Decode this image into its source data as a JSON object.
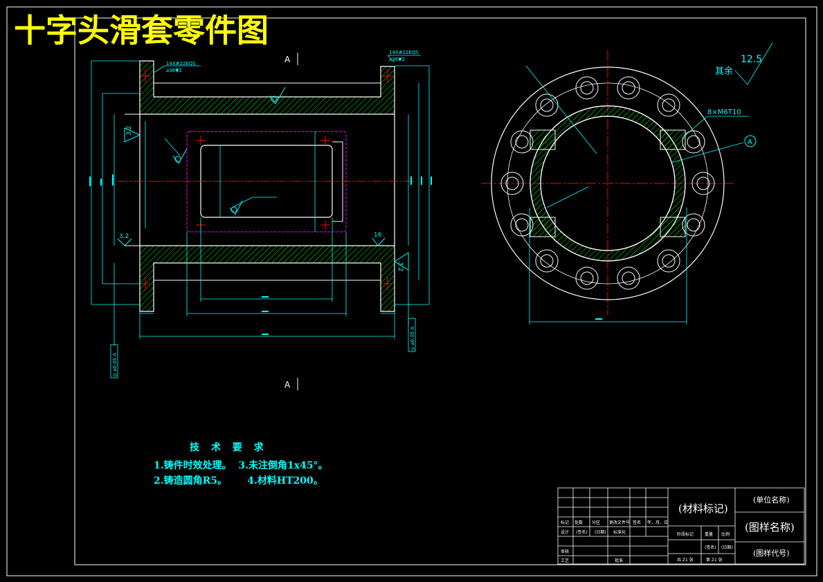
{
  "title": "十字头滑套零件图",
  "colors": {
    "background": "#000000",
    "outline": "#ffffff",
    "dimension": "#00ffff",
    "centerline": "#ff0000",
    "hidden": "#ff00ff",
    "hatch": "#00ff00",
    "title": "#ffff00"
  },
  "section_marks": {
    "top": "A",
    "bottom": "A"
  },
  "callouts": {
    "thread_left": "14X#22EQS",
    "depth_left": "⌀36▼2",
    "thread_right": "14X#22EQS",
    "depth_right": "⌀36▼2",
    "bolt_holes": "8×M6T10",
    "datum": "A",
    "roughness_rest_label": "其余",
    "roughness_rest_value": "12.5",
    "roughness_left_top": "3.2",
    "roughness_left_bottom": "3.2",
    "roughness_right_bottom": "16",
    "roughness_right_side": "3.2",
    "tolerance_left": "◎ ⌀0.05 A",
    "tolerance_right": "◎ ⌀0.05 A"
  },
  "technical_requirements": {
    "heading": "技 术 要 求",
    "item1": "1.铸件时效处理。",
    "item3": "3.未注倒角1x45°。",
    "item2": "2.铸造圆角R5。",
    "item4": "4.材料HT200。"
  },
  "title_block": {
    "material": "(材料标记)",
    "company": "(单位名称)",
    "drawing_name": "(图样名称)",
    "drawing_code": "(图样代号)",
    "row_labels": [
      "标记",
      "处数",
      "分区",
      "更改文件号",
      "签名",
      "年、月、日"
    ],
    "design": "设计",
    "signature": "(签名)",
    "date": "(日期)",
    "standardize": "标准化",
    "stage_mark": "阶段标记",
    "weight": "重量",
    "scale": "比例",
    "review": "审核",
    "process": "工艺",
    "approve": "批准",
    "total_sheets": "共 Z1 张",
    "sheet_no": "第 Z1 张"
  }
}
